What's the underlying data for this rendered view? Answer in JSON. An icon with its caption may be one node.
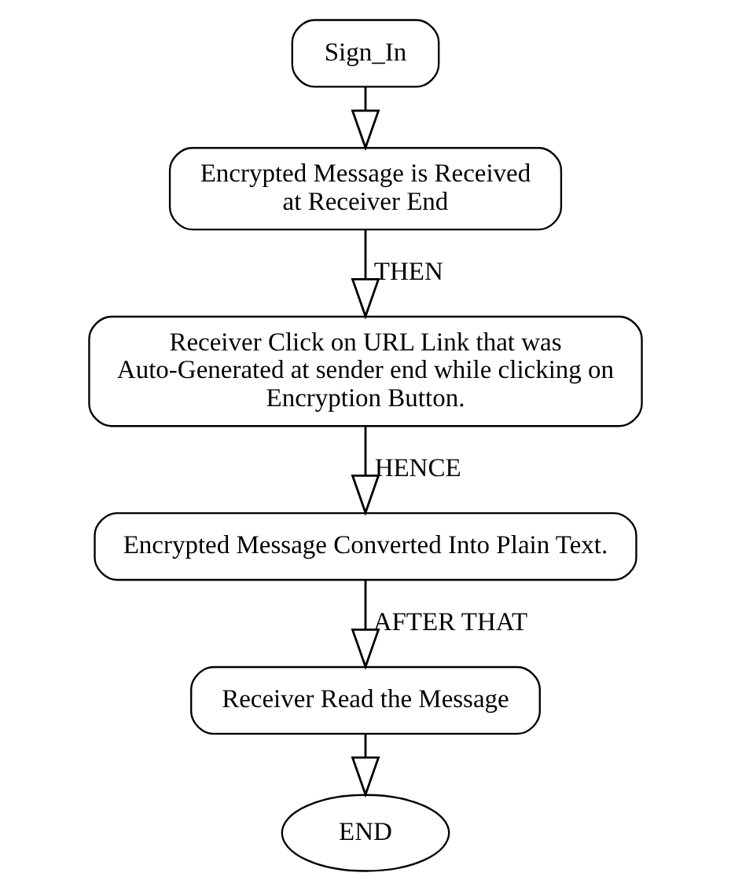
{
  "diagram": {
    "nodes": [
      {
        "text": [
          "Sign_In"
        ]
      },
      {
        "text": [
          "Encrypted Message is Received at Receiver End"
        ]
      },
      {
        "text": [
          "Receiver Click on URL Link that was Auto-Generated at sender end while clicking on Encryption Button."
        ]
      },
      {
        "text": [
          "Encrypted Message Converted Into Plain Text."
        ]
      },
      {
        "text": [
          "Receiver Read the Message"
        ]
      },
      {
        "text": [
          "END"
        ]
      }
    ],
    "edges": [
      {
        "from": 0,
        "to": 1,
        "arrow": "to"
      },
      {
        "from": 1,
        "to": 2,
        "arrow": "to",
        "label": "THEN"
      },
      {
        "from": 2,
        "to": 3,
        "arrow": "to",
        "label": "HENCE"
      },
      {
        "from": 3,
        "to": 4,
        "arrow": "to",
        "label": "AFTER THAT"
      },
      {
        "from": 4,
        "to": 5,
        "arrow": "to"
      }
    ]
  }
}
